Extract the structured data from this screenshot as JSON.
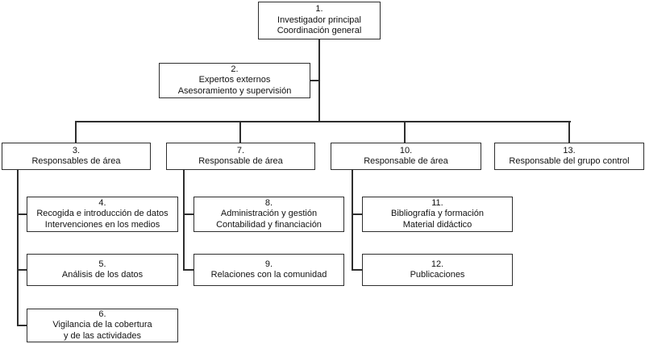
{
  "diagram": {
    "type": "org-chart",
    "language": "es",
    "colors": {
      "line": "#2e2e2e",
      "box_border": "#2e2e2e",
      "box_fill": "#ffffff",
      "background": "#ffffff",
      "text": "#111111"
    },
    "nodes": {
      "n1": {
        "num": "1.",
        "lines": [
          "Investigador principal",
          "Coordinación general"
        ]
      },
      "n2": {
        "num": "2.",
        "lines": [
          "Expertos externos",
          "Asesoramiento y supervisión"
        ]
      },
      "n3": {
        "num": "3.",
        "lines": [
          "Responsables de área"
        ]
      },
      "n4": {
        "num": "4.",
        "lines": [
          "Recogida e introducción de datos",
          "Intervenciones en los medios"
        ]
      },
      "n5": {
        "num": "5.",
        "lines": [
          "Análisis de los datos"
        ]
      },
      "n6": {
        "num": "6.",
        "lines": [
          "Vigilancia de la cobertura",
          "y de las actividades"
        ]
      },
      "n7": {
        "num": "7.",
        "lines": [
          "Responsable de área"
        ]
      },
      "n8": {
        "num": "8.",
        "lines": [
          "Administración y gestión",
          "Contabilidad y financiación"
        ]
      },
      "n9": {
        "num": "9.",
        "lines": [
          "Relaciones con la comunidad"
        ]
      },
      "n10": {
        "num": "10.",
        "lines": [
          "Responsable de área"
        ]
      },
      "n11": {
        "num": "11.",
        "lines": [
          "Bibliografía y formación",
          "Material didáctico"
        ]
      },
      "n12": {
        "num": "12.",
        "lines": [
          "Publicaciones"
        ]
      },
      "n13": {
        "num": "13.",
        "lines": [
          "Responsable del grupo control"
        ]
      }
    },
    "edges": [
      {
        "from": "n1",
        "to": "n3"
      },
      {
        "from": "n1",
        "to": "n7"
      },
      {
        "from": "n1",
        "to": "n10"
      },
      {
        "from": "n1",
        "to": "n13"
      },
      {
        "from": "n1",
        "to": "n2"
      },
      {
        "from": "n3",
        "to": "n4"
      },
      {
        "from": "n3",
        "to": "n5"
      },
      {
        "from": "n3",
        "to": "n6"
      },
      {
        "from": "n7",
        "to": "n8"
      },
      {
        "from": "n7",
        "to": "n9"
      },
      {
        "from": "n10",
        "to": "n11"
      },
      {
        "from": "n10",
        "to": "n12"
      }
    ]
  }
}
